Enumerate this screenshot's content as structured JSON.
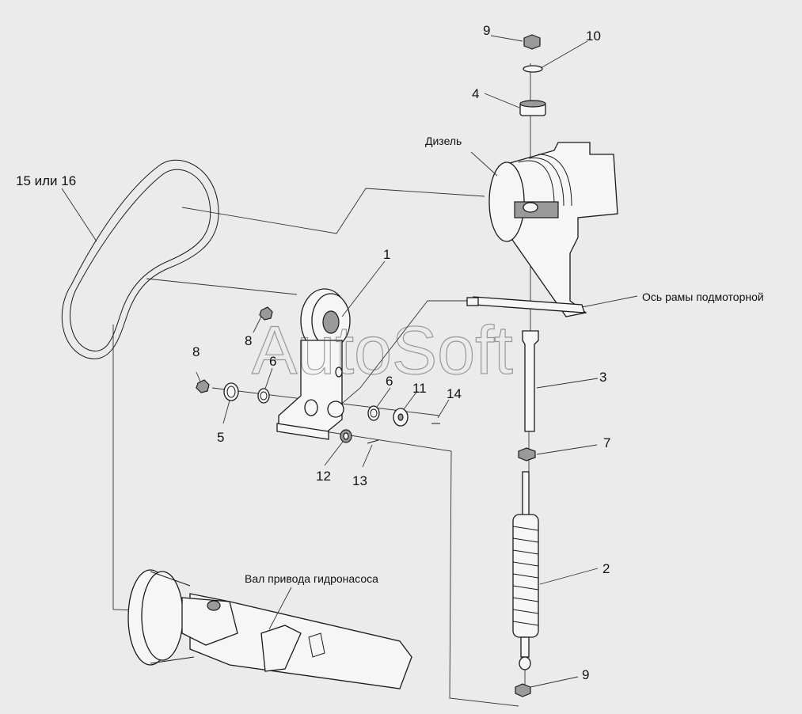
{
  "callouts": {
    "c1": "1",
    "c2": "2",
    "c3": "3",
    "c4": "4",
    "c5": "5",
    "c6a": "6",
    "c6b": "6",
    "c7": "7",
    "c8a": "8",
    "c8b": "8",
    "c9a": "9",
    "c9b": "9",
    "c10": "10",
    "c11": "11",
    "c12": "12",
    "c13": "13",
    "c14": "14",
    "c15": "15 или 16"
  },
  "captions": {
    "diesel": "Дизель",
    "frame_axle": "Ось рамы подмоторной",
    "pump_shaft": "Вал привода гидронасоса"
  },
  "watermark": "AutoSoft"
}
